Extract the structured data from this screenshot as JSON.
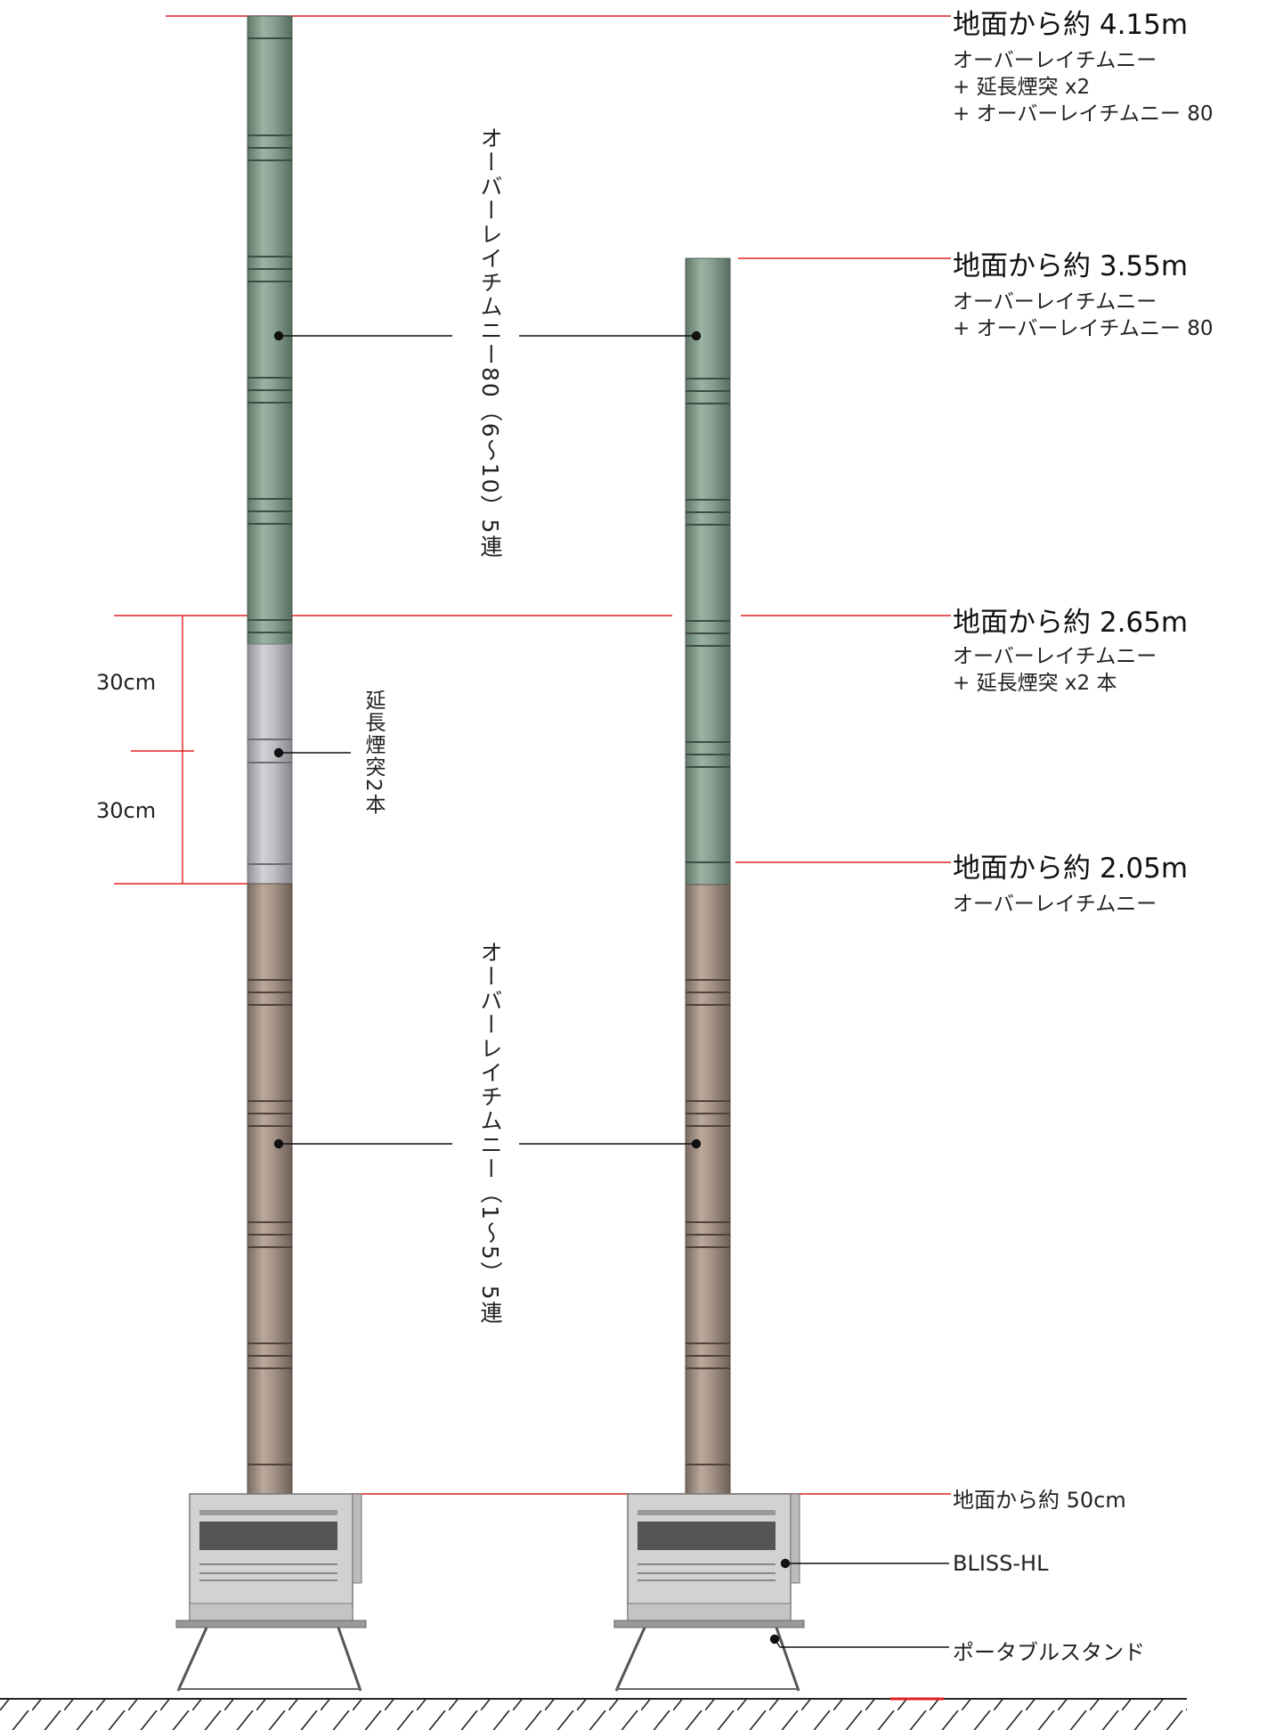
{
  "left_label_top": "オーバーレイチムニー80（6〜10）5連",
  "left_label_mid": "延長煙突2本",
  "left_label_bottom": "オーバーレイチムニー（1〜5）5連",
  "dims": [
    "30cm",
    "30cm"
  ],
  "levels": [
    {
      "title": "地面から約 4.15m",
      "lines": [
        "オーバーレイチムニー",
        "+ 延長煙突 x2",
        "+ オーバーレイチムニー 80"
      ]
    },
    {
      "title": "地面から約 3.55m",
      "lines": [
        "オーバーレイチムニー",
        "+ オーバーレイチムニー 80"
      ]
    },
    {
      "title": "地面から約 2.65m",
      "lines": [
        "オーバーレイチムニー",
        "+ 延長煙突 x2 本"
      ]
    },
    {
      "title": "地面から約 2.05m",
      "lines": [
        "オーバーレイチムニー"
      ]
    }
  ],
  "bottom_labels": {
    "ground_50": "地面から約 50cm",
    "stove": "BLISS-HL",
    "stand": "ポータブルスタンド"
  },
  "colors": {
    "green_pipe": "#7c9585",
    "grey_pipe": "#b4b4b8",
    "brown_pipe": "#9e8c80",
    "marker_red": "#e02020"
  }
}
